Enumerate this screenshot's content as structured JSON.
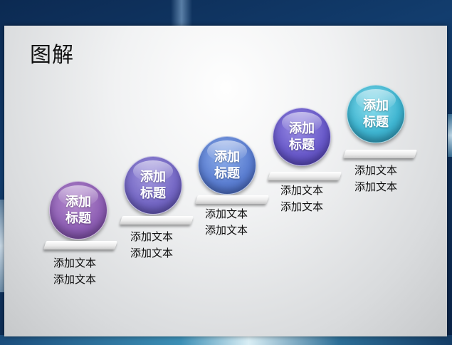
{
  "slide": {
    "title": "图解"
  },
  "steps": [
    {
      "heading": "添加标题",
      "lines": [
        "添加文本",
        "添加文本"
      ],
      "color": "#8e5fb4"
    },
    {
      "heading": "添加标题",
      "lines": [
        "添加文本",
        "添加文本"
      ],
      "color": "#7467c4"
    },
    {
      "heading": "添加标题",
      "lines": [
        "添加文本",
        "添加文本"
      ],
      "color": "#5b7ed1"
    },
    {
      "heading": "添加标题",
      "lines": [
        "添加文本",
        "添加文本"
      ],
      "color": "#6859c9"
    },
    {
      "heading": "添加标题",
      "lines": [
        "添加文本",
        "添加文本"
      ],
      "color": "#3fb5d1"
    }
  ]
}
